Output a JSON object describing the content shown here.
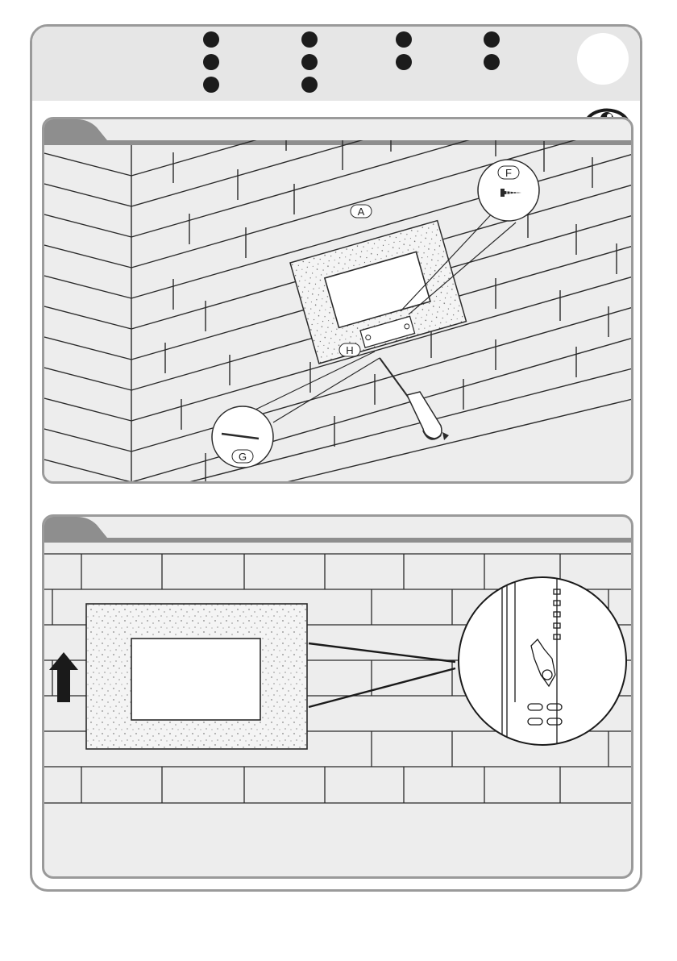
{
  "header": {
    "parts_dots": 10,
    "tool_icon": "eye-icon"
  },
  "step1": {
    "labels": {
      "panel": "A",
      "screw": "F",
      "rod": "G",
      "bracket": "H"
    }
  },
  "step2": {
    "arrow_direction": "up"
  },
  "colors": {
    "line": "#2a2a2a",
    "band": "#e6e6e6",
    "frame": "#9a9a9a",
    "panel_bg": "#ededed",
    "tab": "#8e8e8e"
  }
}
